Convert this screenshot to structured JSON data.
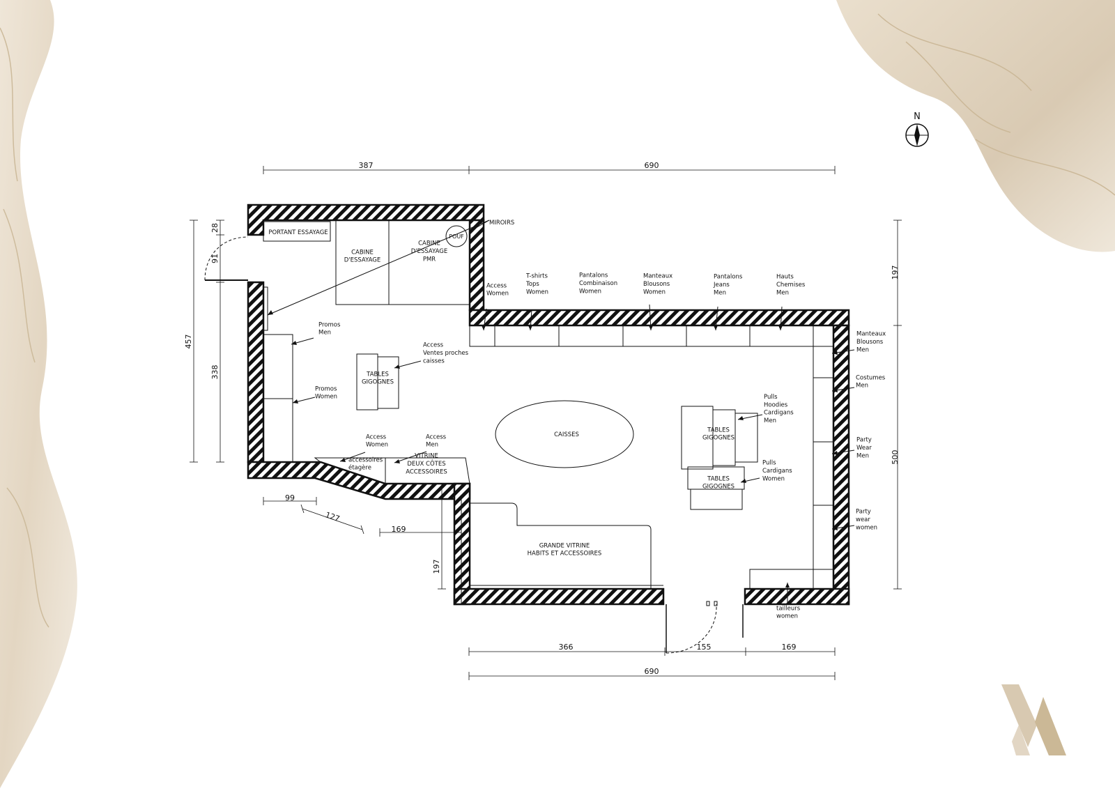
{
  "compass": {
    "label": "N"
  },
  "dimensions": {
    "top_left": "387",
    "top_right": "690",
    "left_outer": "457",
    "left_top": "28",
    "left_door": "91",
    "left_main": "338",
    "right_top": "197",
    "right_main": "500",
    "bottom_a": "99",
    "bottom_b": "127",
    "bottom_c": "169",
    "vitrine_h": "197",
    "bottom_366": "366",
    "bottom_155": "155",
    "bottom_169": "169",
    "bottom_total": "690"
  },
  "labels": {
    "portant": "PORTANT ESSAYAGE",
    "cabine1": [
      "CABINE",
      "D'ESSAYAGE"
    ],
    "cabine2": [
      "CABINE",
      "D'ESSAYAGE",
      "PMR"
    ],
    "pouf": "POUF",
    "miroirs": "MIROIRS",
    "access_women_top": [
      "Access",
      "Women"
    ],
    "tshirts": [
      "T-shirts",
      "Tops",
      "Women"
    ],
    "pantalons_comb": [
      "Pantalons",
      "Combinaison",
      "Women"
    ],
    "manteaux_women": [
      "Manteaux",
      "Blousons",
      "Women"
    ],
    "pantalons_jeans": [
      "Pantalons",
      "Jeans",
      "Men"
    ],
    "hauts": [
      "Hauts",
      "Chemises",
      "Men"
    ],
    "manteaux_men": [
      "Manteaux",
      "Blousons",
      "Men"
    ],
    "costumes": [
      "Costumes",
      "Men"
    ],
    "party_men": [
      "Party",
      "Wear",
      "Men"
    ],
    "party_women": [
      "Party",
      "wear",
      "women"
    ],
    "tailleurs": [
      "tailleurs",
      "women"
    ],
    "promos_men": [
      "Promos",
      "Men"
    ],
    "promos_women": [
      "Promos",
      "Women"
    ],
    "access_ventes": [
      "Access",
      "Ventes proches",
      "caisses"
    ],
    "tables1": [
      "TABLES",
      "GIGOGNES"
    ],
    "caisses": "CAISSES",
    "tables2": [
      "TABLES",
      "GIGOGNES"
    ],
    "pulls_hoodies": [
      "Pulls",
      "Hoodies",
      "Cardigans",
      "Men"
    ],
    "tables3": [
      "TABLES",
      "GIGOGNES"
    ],
    "pulls_cardigans": [
      "Pulls",
      "Cardigans",
      "Women"
    ],
    "access_women_bottom": [
      "Access",
      "Women"
    ],
    "access_men_bottom": [
      "Access",
      "Men"
    ],
    "accessoires": [
      "accessoires",
      "étagère"
    ],
    "vitrine_deux": [
      "VITRINE",
      "DEUX CÔTES",
      "ACCESSOIRES"
    ],
    "grande_vitrine": [
      "GRANDE VITRINE",
      "HABITS ET ACCESSOIRES"
    ]
  },
  "colors": {
    "line": "#111111",
    "wall_fill": "#ffffff",
    "marble": "#e8ddcc",
    "marble_dark": "#d7c7ae"
  }
}
